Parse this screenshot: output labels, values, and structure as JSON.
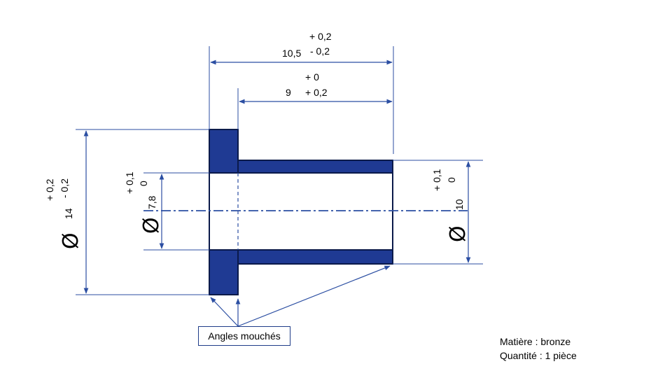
{
  "colors": {
    "part_fill": "#1f3a93",
    "part_stroke": "#0b1a4a",
    "dimension_line": "#2b4ea2"
  },
  "dimensions": {
    "total_length": {
      "nominal": "10,5",
      "upper": "+ 0,2",
      "lower": "- 0,2"
    },
    "shank_length": {
      "nominal": "9",
      "upper": "+ 0",
      "lower": "+ 0,2"
    },
    "flange_diameter": {
      "symbol": "Ø",
      "nominal": "14",
      "upper": "+ 0,2",
      "lower": "- 0,2"
    },
    "bore_diameter": {
      "symbol": "Ø",
      "nominal": "7,8",
      "upper": "+ 0,1",
      "lower": "0"
    },
    "shank_diameter": {
      "symbol": "Ø",
      "nominal": "10",
      "upper": "+ 0,1",
      "lower": "0"
    }
  },
  "callout": {
    "label": "Angles mouchés"
  },
  "notes": {
    "material": "Matière : bronze",
    "quantity": "Quantité : 1 pièce"
  }
}
